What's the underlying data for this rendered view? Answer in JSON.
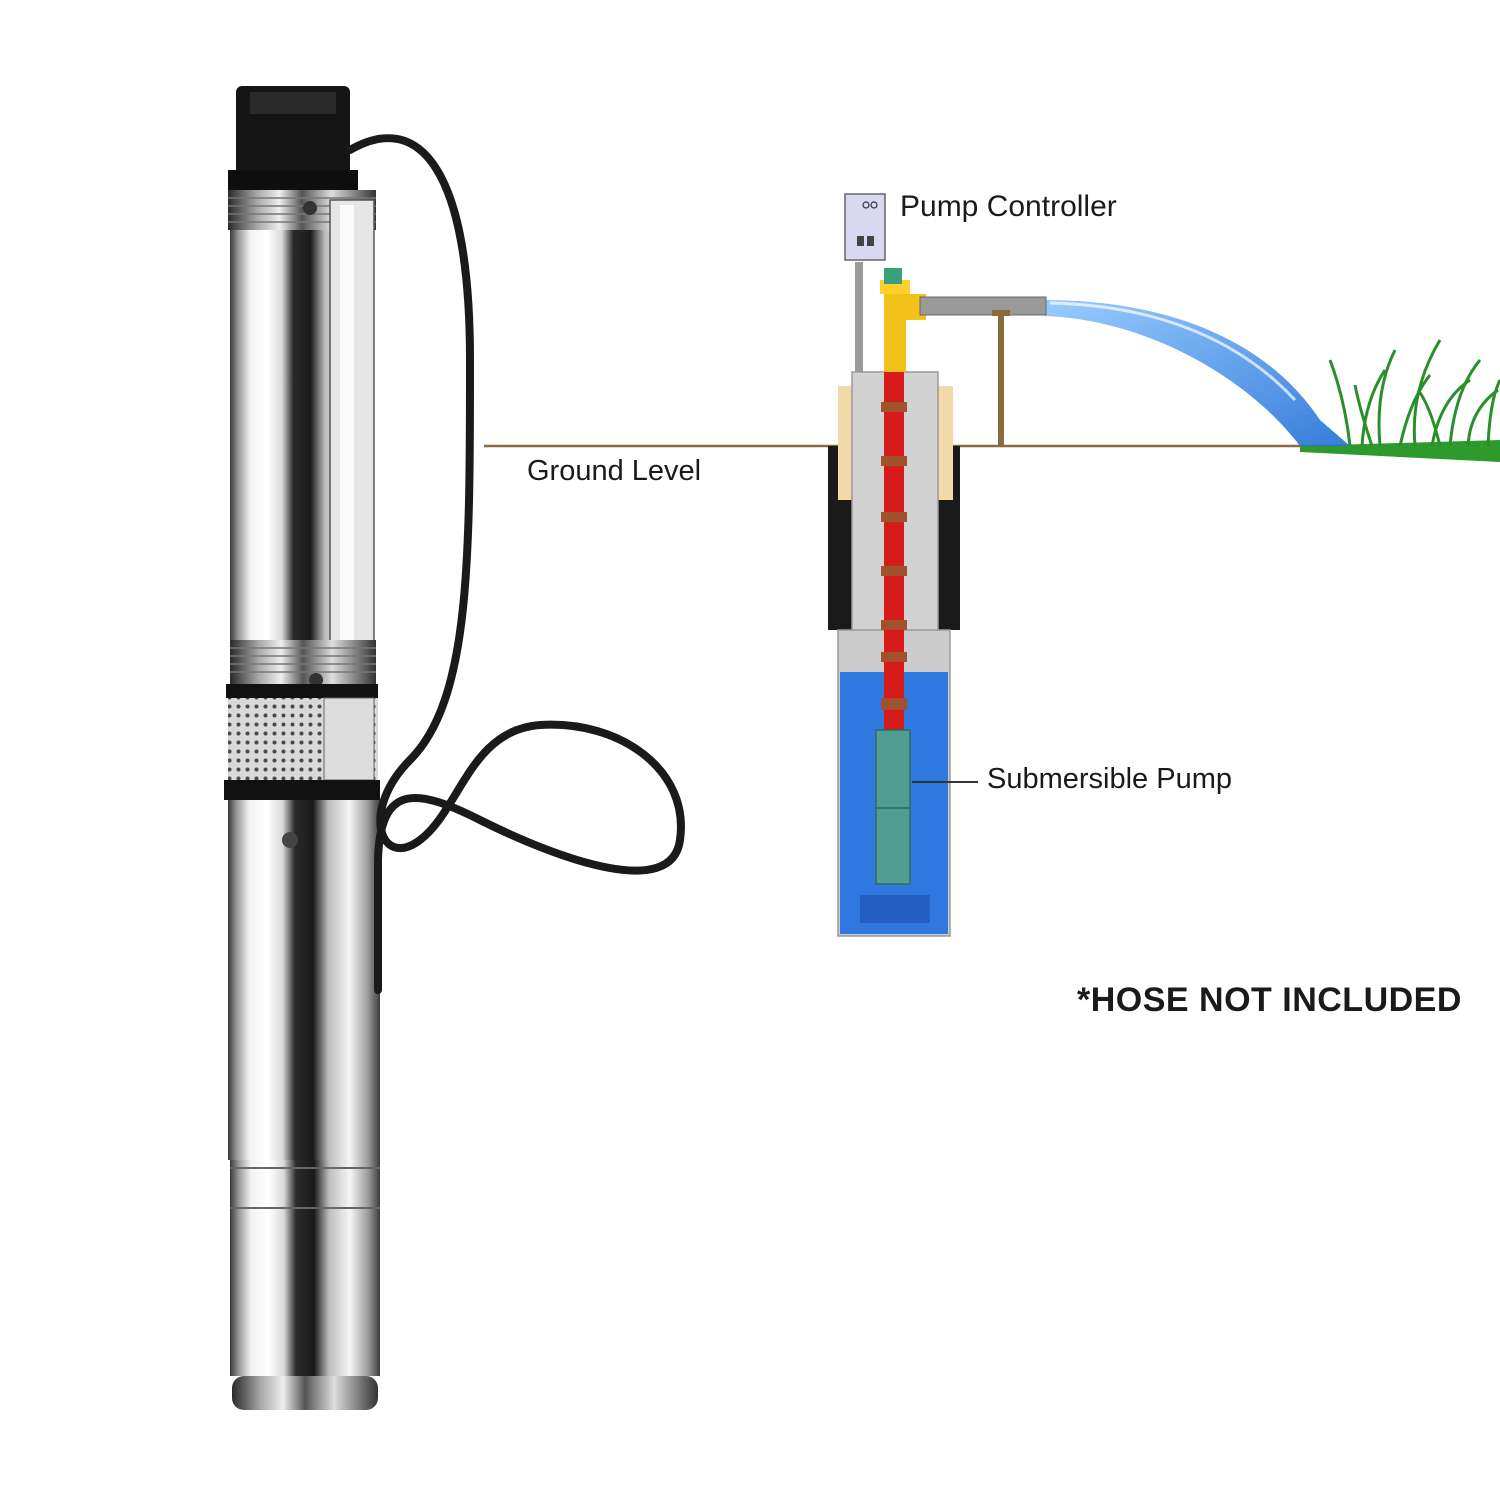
{
  "labels": {
    "pump_controller": "Pump Controller",
    "ground_level": "Ground Level",
    "submersible_pump": "Submersible Pump",
    "hose_note": "*HOSE NOT INCLUDED"
  },
  "colors": {
    "ground_line": "#8a6a3c",
    "water": "#2f78e0",
    "riser_pipe": "#d71a1a",
    "discharge_fitting": "#f2c21b",
    "pump_body": "#4f9e92",
    "grass": "#2e9a2e",
    "casing": "#1a1a1a",
    "steel": "#cfd3d6"
  },
  "icons": {
    "product": "stainless-steel-submersible-pump-photo",
    "controller": "pump-controller-box-icon",
    "grass": "grass-tuft-icon"
  }
}
